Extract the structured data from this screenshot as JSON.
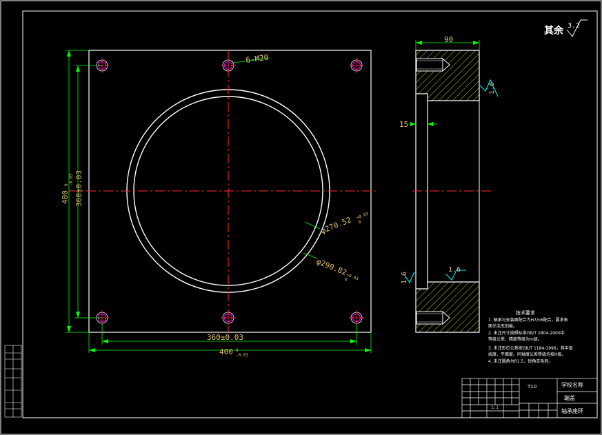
{
  "colors": {
    "background": "#000000",
    "outline": "#ffffff",
    "centerline": "#ff2a2a",
    "dimension": "#00ff00",
    "hatch": "#cccc00",
    "dim_text": "#e0c070",
    "hole": "#ff00ff"
  },
  "roughness": {
    "label": "其余",
    "value": "3.2"
  },
  "front_view": {
    "holes_label": "6-M20",
    "dia_inner": "φ270.52",
    "dia_inner_tol": "+0.03\n0",
    "dia_outer": "φ290.82",
    "dia_outer_tol": "+0.03\n0",
    "height_outer": "400",
    "height_outer_tol": "0\n-0.03",
    "height_inner": "360±0.03",
    "width_inner": "360±0.03",
    "width_outer": "400",
    "width_outer_tol": "0\n-0.03"
  },
  "side_view": {
    "width": "90",
    "step": "15",
    "rough_1": "1.6",
    "rough_2": "1.6",
    "rough_3": "1.6"
  },
  "tech_requirements": {
    "title": "技术要求",
    "lines": [
      "1. 轴承与安装面配合为H7/n6配合，要求表",
      "   面光洁无划痕。",
      "2. 未注尺寸按照标准GB/T 1804-2000中",
      "   等级公差，精度等级为m级。",
      "3. 未注形位公差按GB/T 1184-1996，其中直",
      "   线度、平面度、同轴度公差等级均按H级。",
      "4. 未注圆角为R1.5，锐角去毛刺。"
    ]
  },
  "title_block": {
    "material": "T10",
    "school": "学校名称",
    "drawing_name": "端盖",
    "part_name": "轴承座环",
    "scale": "1:1"
  }
}
